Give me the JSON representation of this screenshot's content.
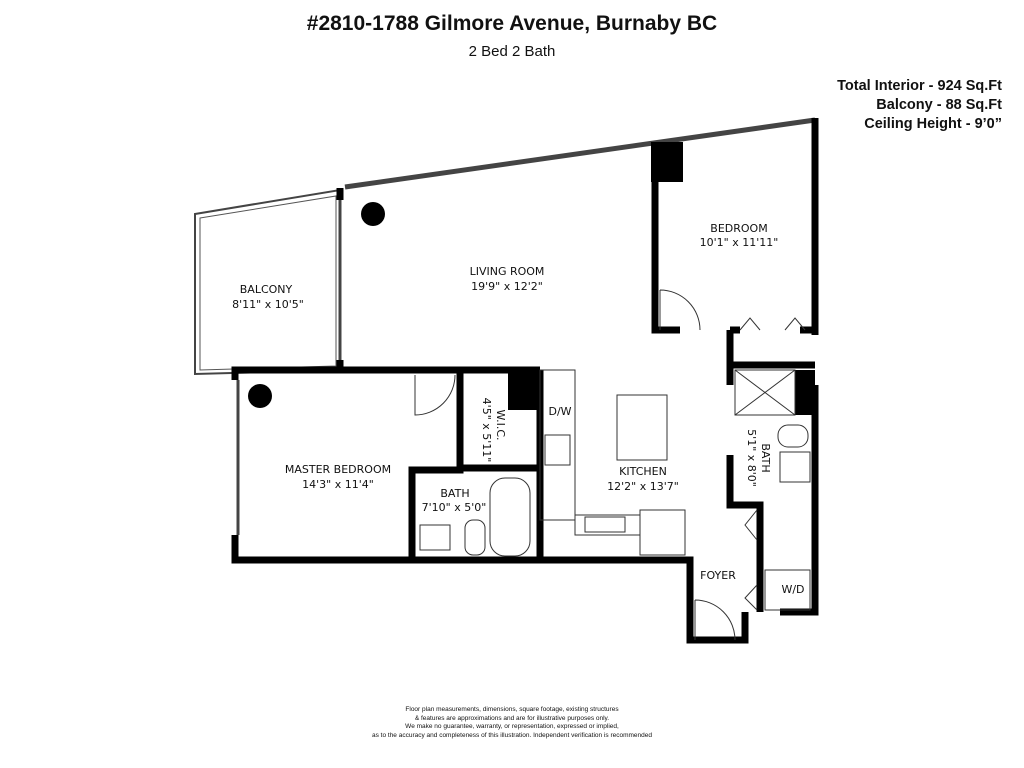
{
  "header": {
    "title": "#2810-1788 Gilmore Avenue, Burnaby BC",
    "subtitle": "2 Bed 2 Bath"
  },
  "stats": {
    "total_interior": "Total Interior - 924 Sq.Ft",
    "balcony": "Balcony - 88 Sq.Ft",
    "ceiling_height": "Ceiling Height - 9’0”"
  },
  "rooms": {
    "balcony": {
      "name": "BALCONY",
      "size": "8'11\" x 10'5\""
    },
    "living": {
      "name": "LIVING ROOM",
      "size": "19'9\" x 12'2\""
    },
    "bedroom": {
      "name": "BEDROOM",
      "size": "10'1\" x 11'11\""
    },
    "master": {
      "name": "MASTER BEDROOM",
      "size": "14'3\" x 11'4\""
    },
    "wic": {
      "name": "W.I.C.",
      "size": "4'5\" x 5'11\""
    },
    "bath1": {
      "name": "BATH",
      "size": "7'10\" x 5'0\""
    },
    "kitchen": {
      "name": "KITCHEN",
      "size": "12'2\" x 13'7\""
    },
    "bath2": {
      "name": "BATH",
      "size": "5'1\" x 8'0\""
    },
    "foyer": {
      "name": "FOYER"
    },
    "dw": "D/W",
    "wd": "W/D"
  },
  "disclaimer": [
    "Floor plan measurements, dimensions, square footage, existing structures",
    "& features are approximations and are for illustrative purposes only.",
    "We make no guarantee, warranty, or representation, expressed or implied,",
    "as to the accuracy and completeness of this illustration. Independent verification is recommended"
  ]
}
